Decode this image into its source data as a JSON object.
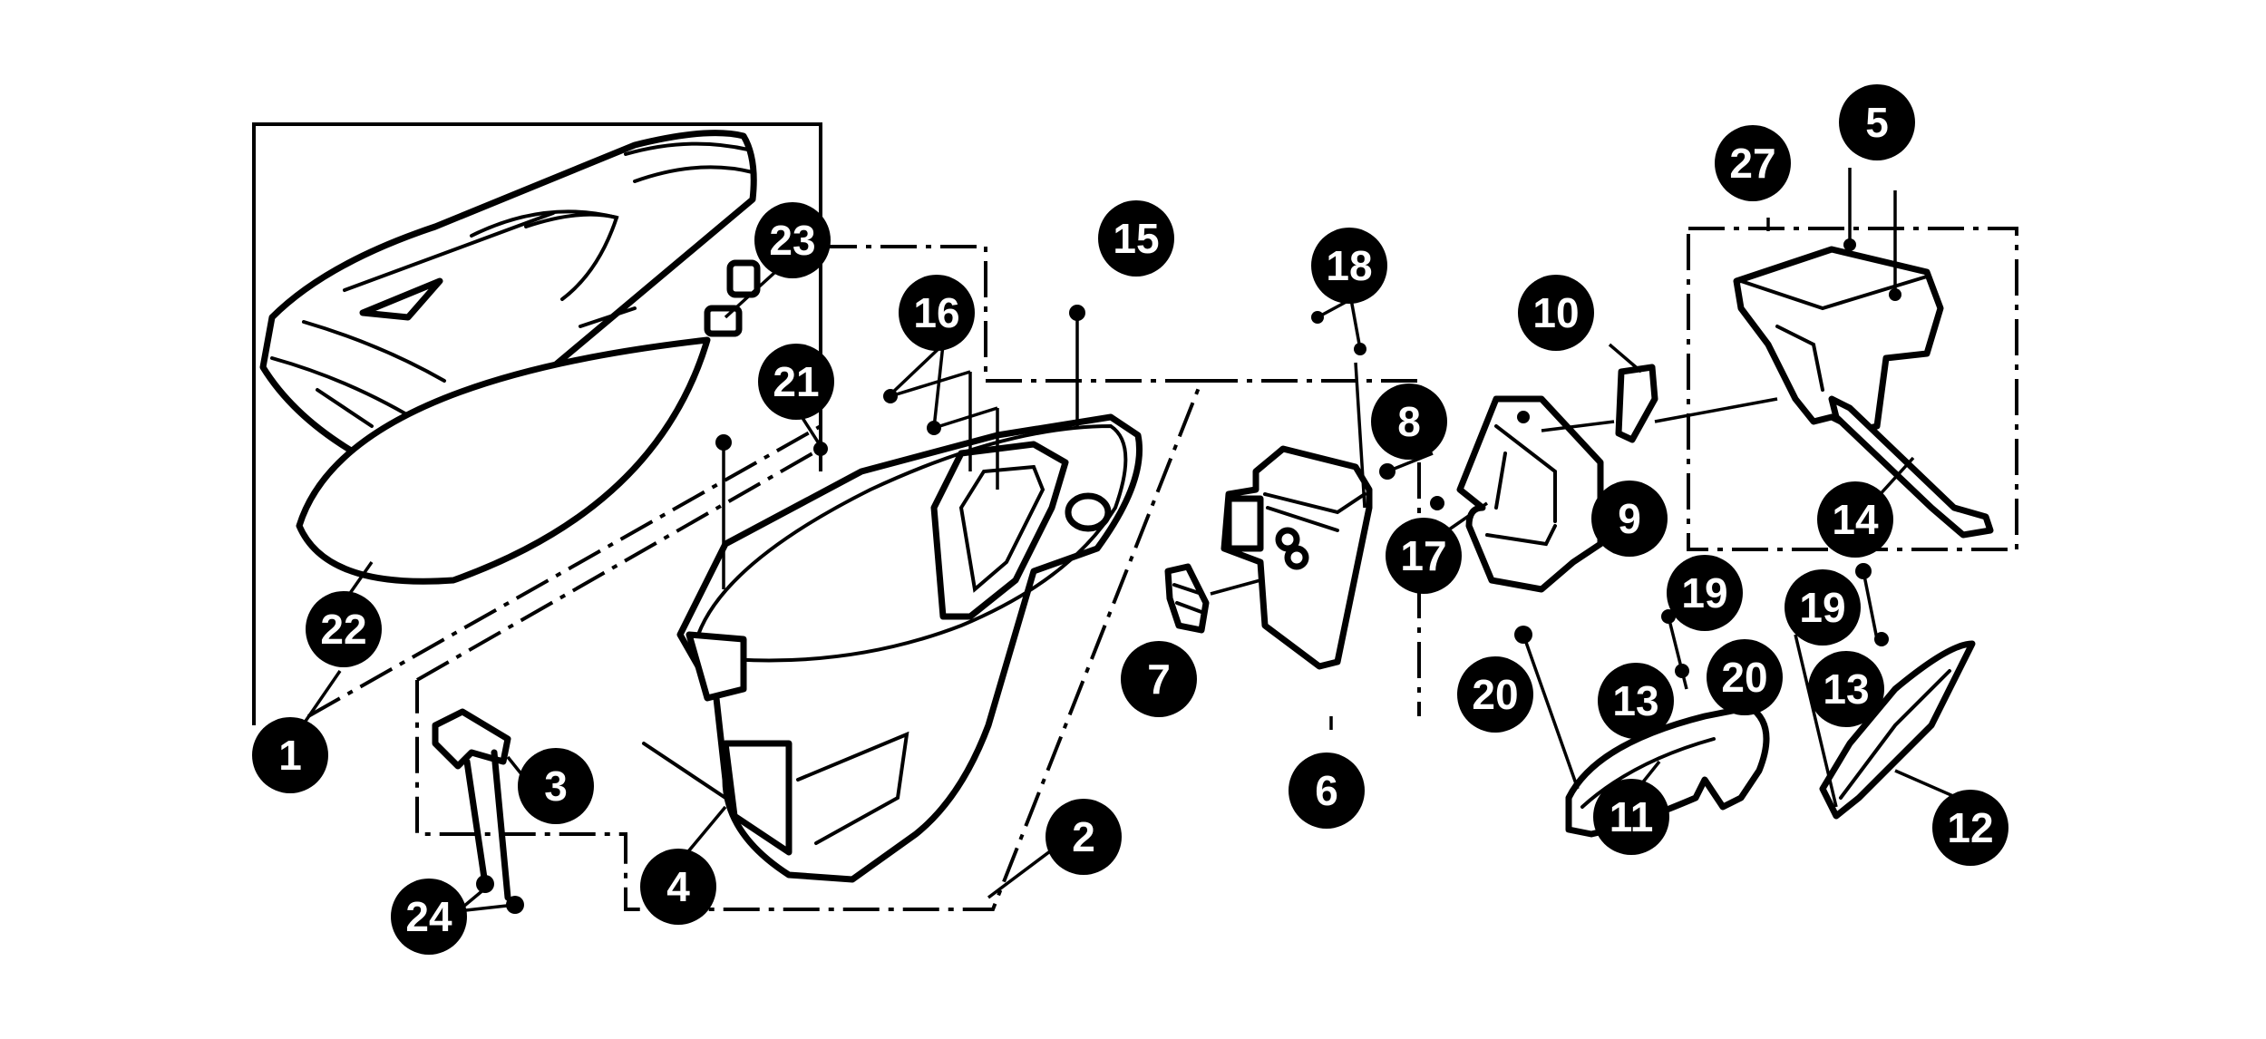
{
  "callouts": [
    {
      "id": "1",
      "label": "1"
    },
    {
      "id": "2",
      "label": "2"
    },
    {
      "id": "3",
      "label": "3"
    },
    {
      "id": "4",
      "label": "4"
    },
    {
      "id": "5",
      "label": "5"
    },
    {
      "id": "6",
      "label": "6"
    },
    {
      "id": "7",
      "label": "7"
    },
    {
      "id": "8",
      "label": "8"
    },
    {
      "id": "9",
      "label": "9"
    },
    {
      "id": "10",
      "label": "10"
    },
    {
      "id": "11",
      "label": "11"
    },
    {
      "id": "12",
      "label": "12"
    },
    {
      "id": "13a",
      "label": "13"
    },
    {
      "id": "13b",
      "label": "13"
    },
    {
      "id": "14",
      "label": "14"
    },
    {
      "id": "15",
      "label": "15"
    },
    {
      "id": "16",
      "label": "16"
    },
    {
      "id": "17",
      "label": "17"
    },
    {
      "id": "18",
      "label": "18"
    },
    {
      "id": "19a",
      "label": "19"
    },
    {
      "id": "19b",
      "label": "19"
    },
    {
      "id": "20a",
      "label": "20"
    },
    {
      "id": "20b",
      "label": "20"
    },
    {
      "id": "21",
      "label": "21"
    },
    {
      "id": "22",
      "label": "22"
    },
    {
      "id": "23",
      "label": "23"
    },
    {
      "id": "24",
      "label": "24"
    },
    {
      "id": "27",
      "label": "27"
    }
  ]
}
